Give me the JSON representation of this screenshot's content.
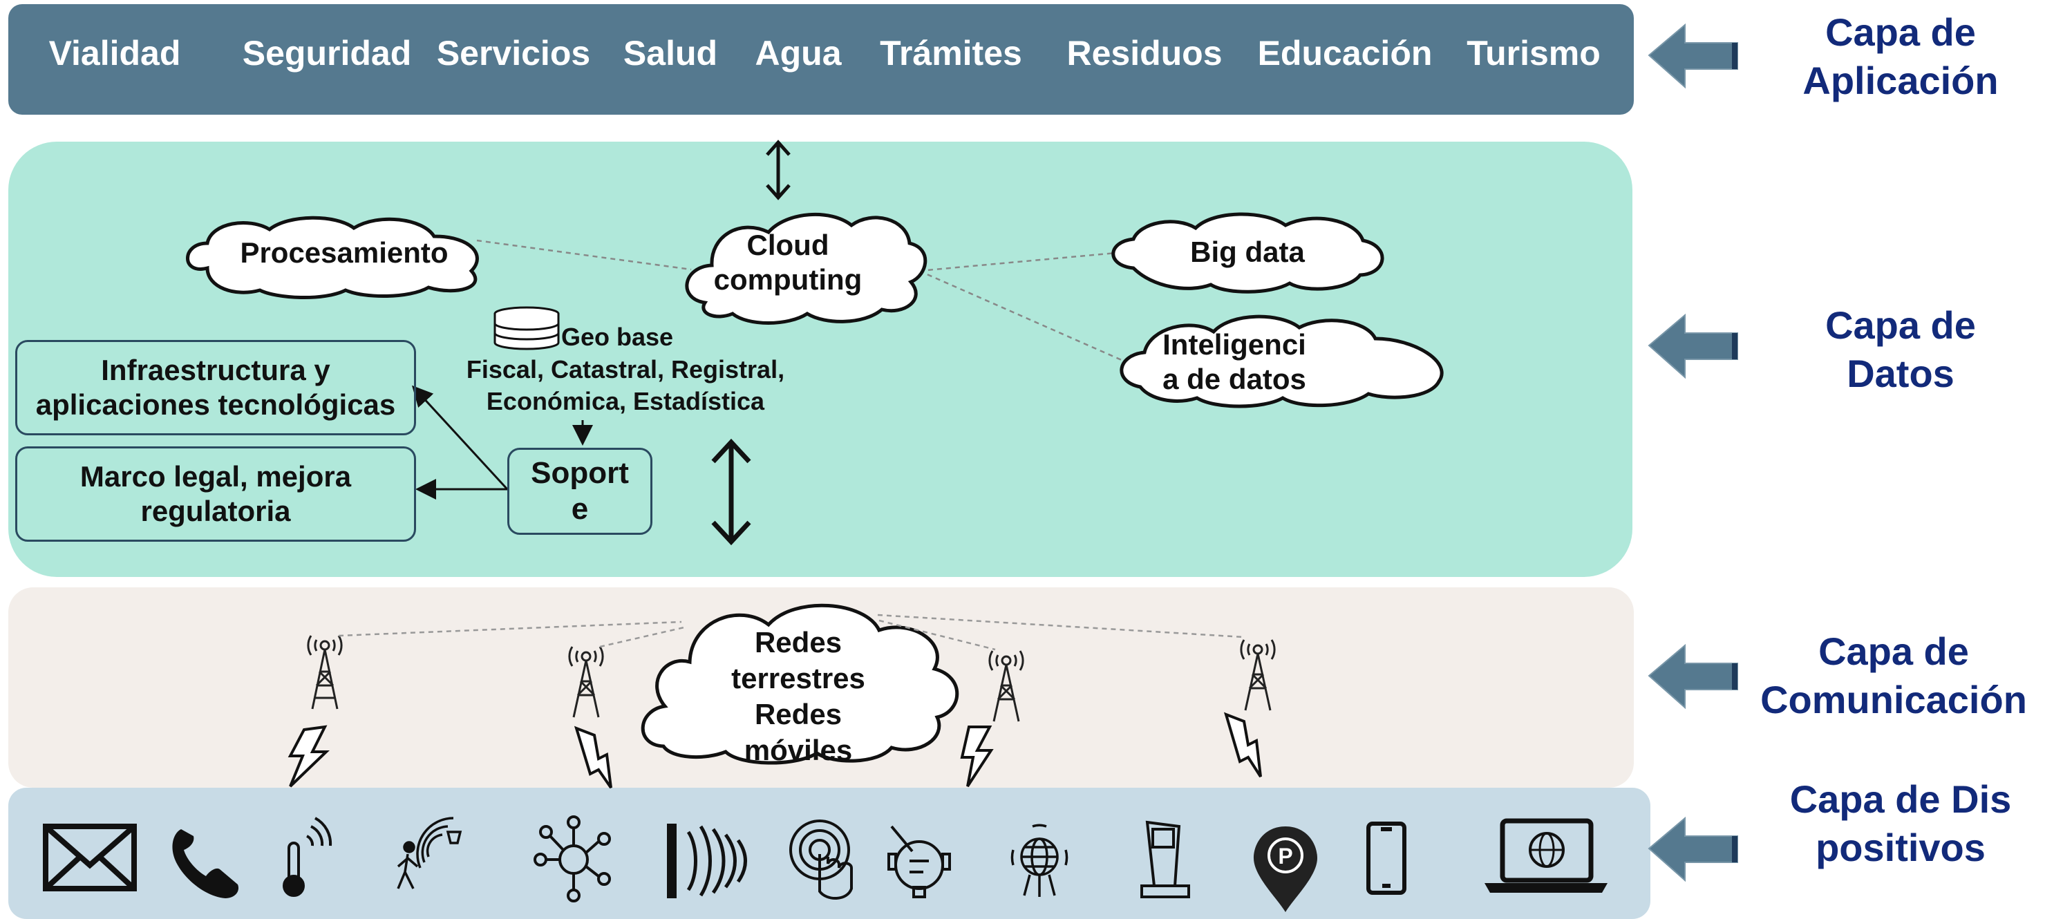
{
  "application_items": [
    "Vialidad",
    "Seguridad",
    "Servicios",
    "Salud",
    "Agua",
    "Trámites",
    "Residuos",
    "Educación",
    "Turismo"
  ],
  "layers": {
    "application": "Capa de Aplicación",
    "data": "Capa de Datos",
    "communication": "Capa de Comunicación",
    "devices": "Capa de Dispositivos"
  },
  "data_layer": {
    "processing": "Procesamiento",
    "cloud": "Cloud computing",
    "big_data": "Big data",
    "intelligence": "Inteligencia de datos",
    "geo_base_title": "Geo base",
    "geo_base_types": "Fiscal, Catastral, Registral, Económica, Estadística",
    "infrastructure": "Infraestructura y aplicaciones tecnológicas",
    "legal": "Marco legal, mejora regulatoria",
    "support": "Soporte"
  },
  "communication_layer": {
    "networks": "Redes terrestres Redes móviles"
  },
  "devices": [
    "envelope-icon",
    "phone-icon",
    "thermometer-icon",
    "pedestrian-sensor-icon",
    "network-hub-icon",
    "signal-waves-icon",
    "touch-icon",
    "gas-meter-icon",
    "globe-iot-icon",
    "kiosk-icon",
    "parking-pin-icon",
    "smartphone-icon",
    "laptop-icon"
  ],
  "colors": {
    "application_band": "#55798f",
    "data_band": "#b0e8da",
    "communication_band": "#f3eeea",
    "device_band": "#c8dbe6",
    "label_text": "#122a7a",
    "arrow_fill": "#55798f"
  }
}
